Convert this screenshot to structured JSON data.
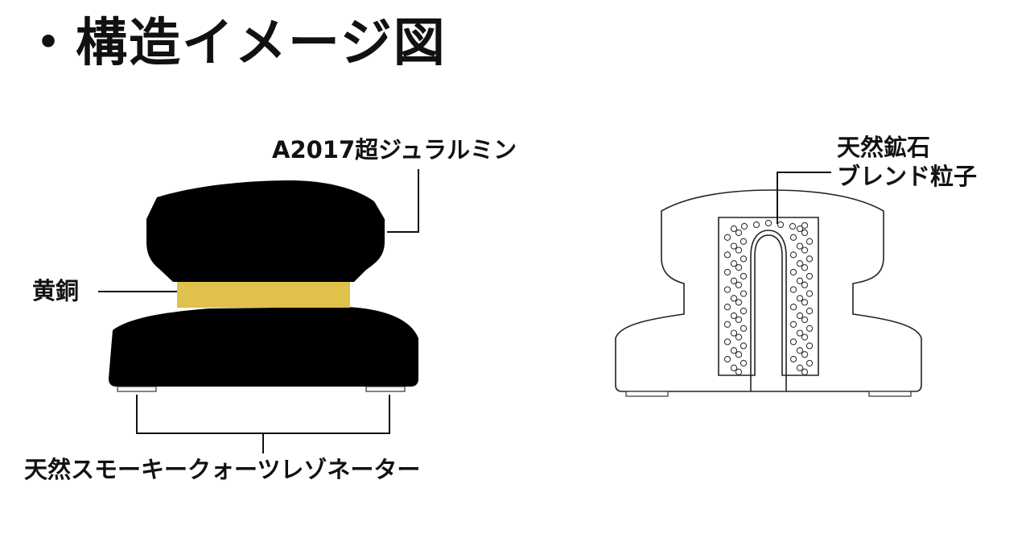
{
  "title": "・構造イメージ図",
  "labels": {
    "duralumin": "A2017超ジュラルミン",
    "brass": "黄銅",
    "resonator": "天然スモーキークォーツレゾネーター",
    "ore_line1": "天然鉱石",
    "ore_line2": "ブレンド粒子"
  },
  "colors": {
    "body": "#000000",
    "brass": "#e0c14c",
    "outline": "#222222"
  }
}
